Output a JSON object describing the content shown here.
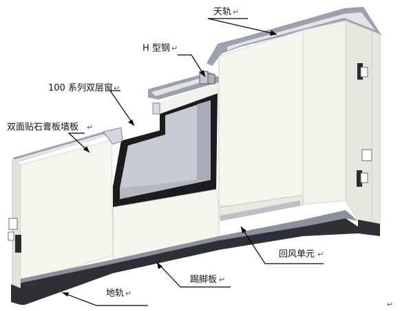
{
  "labels": {
    "top_rail": "天轨",
    "h_steel": "H 型钢",
    "double_window": "100 系列双层窗",
    "gypsum_wall": "双面贴石膏板墙板",
    "return_air": "回风单元",
    "skirting": "踢脚板",
    "floor_rail": "地轨"
  },
  "paragraph_mark": "↵",
  "colors": {
    "panel": "#f6f5ee",
    "panel_side": "#e4e3dc",
    "rail": "#9da0ad",
    "rail_dark": "#7e8190",
    "skirting": "#2f3036",
    "frame": "#1c1c1e",
    "glass": "#c9cbd3",
    "line": "#000000"
  }
}
